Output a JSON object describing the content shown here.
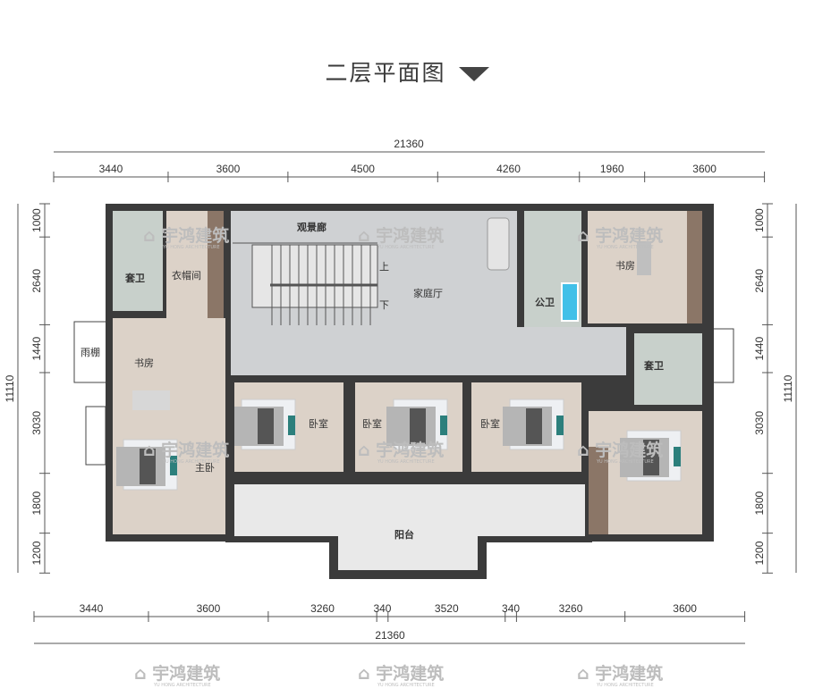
{
  "title": "二层平面图",
  "colors": {
    "wall": "#3b3b3b",
    "wood": "#dcd2c8",
    "marble": "#cfd1d3",
    "tile": "#c8d0cb",
    "balcony": "#e9e9e9",
    "wardrobe": "#8b7667",
    "water": "#41c0e8"
  },
  "dimensions": {
    "top": {
      "total": "21360",
      "segments": [
        "3440",
        "3600",
        "4500",
        "4260",
        "1960",
        "3600"
      ]
    },
    "bottom": {
      "total": "21360",
      "segments": [
        "3440",
        "3600",
        "3260",
        "340",
        "3520",
        "340",
        "3260",
        "3600"
      ]
    },
    "left": {
      "total": "11110",
      "segments": [
        "1000",
        "2640",
        "1440",
        "3030",
        "1800",
        "1200"
      ]
    },
    "right": {
      "total": "11110",
      "segments": [
        "1000",
        "2640",
        "1440",
        "3030",
        "1800",
        "1200"
      ]
    }
  },
  "rooms": {
    "viewing_corridor": "观景廊",
    "family_hall": "家庭厅",
    "stair_up": "上",
    "stair_down": "下",
    "ensuite_left": "套卫",
    "cloakroom": "衣帽间",
    "study_left": "书房",
    "canopy": "雨棚",
    "master_bedroom": "主卧",
    "bedroom_1": "卧室",
    "bedroom_2": "卧室",
    "bedroom_3": "卧室",
    "public_bath": "公卫",
    "study_right": "书房",
    "ensuite_right": "套卫",
    "balcony": "阳台"
  },
  "watermark": {
    "cn": "宇鸿建筑",
    "en": "YU HONG ARCHITECTURE"
  }
}
